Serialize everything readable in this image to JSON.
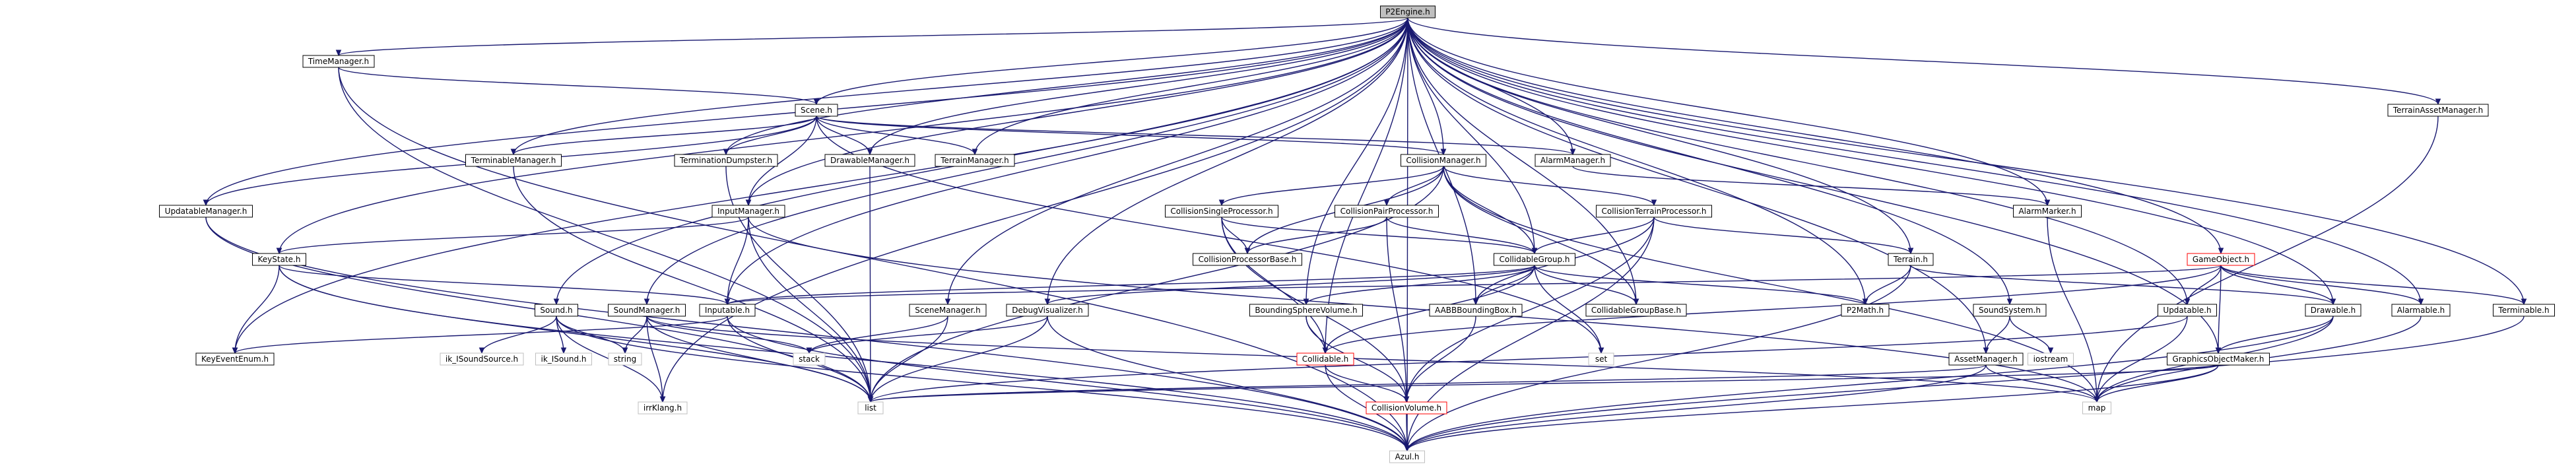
{
  "graph": {
    "root": "P2Engine.h",
    "nodes": [
      {
        "id": "p2engine",
        "label": "P2Engine.h",
        "style": "root"
      },
      {
        "id": "timemanager",
        "label": "TimeManager.h",
        "style": "normal"
      },
      {
        "id": "scene",
        "label": "Scene.h",
        "style": "normal"
      },
      {
        "id": "terminablemanager",
        "label": "TerminableManager.h",
        "style": "normal"
      },
      {
        "id": "terminationdumpster",
        "label": "TerminationDumpster.h",
        "style": "normal"
      },
      {
        "id": "drawablemanager",
        "label": "DrawableManager.h",
        "style": "normal"
      },
      {
        "id": "terrainmanager",
        "label": "TerrainManager.h",
        "style": "normal"
      },
      {
        "id": "collisionmanager",
        "label": "CollisionManager.h",
        "style": "normal"
      },
      {
        "id": "alarmmanager",
        "label": "AlarmManager.h",
        "style": "normal"
      },
      {
        "id": "terrainassetmanager",
        "label": "TerrainAssetManager.h",
        "style": "normal"
      },
      {
        "id": "updatablemanager",
        "label": "UpdatableManager.h",
        "style": "normal"
      },
      {
        "id": "inputmanager",
        "label": "InputManager.h",
        "style": "normal"
      },
      {
        "id": "collisionsingleprocessor",
        "label": "CollisionSingleProcessor.h",
        "style": "normal"
      },
      {
        "id": "collisionpairprocessor",
        "label": "CollisionPairProcessor.h",
        "style": "normal"
      },
      {
        "id": "collisionterrainprocessor",
        "label": "CollisionTerrainProcessor.h",
        "style": "normal"
      },
      {
        "id": "alarmmarker",
        "label": "AlarmMarker.h",
        "style": "normal"
      },
      {
        "id": "keystate",
        "label": "KeyState.h",
        "style": "normal"
      },
      {
        "id": "collisionprocessorbase",
        "label": "CollisionProcessorBase.h",
        "style": "normal"
      },
      {
        "id": "collidablegroup",
        "label": "CollidableGroup.h",
        "style": "normal"
      },
      {
        "id": "terrain",
        "label": "Terrain.h",
        "style": "normal"
      },
      {
        "id": "gameobject",
        "label": "GameObject.h",
        "style": "highlight"
      },
      {
        "id": "sound",
        "label": "Sound.h",
        "style": "normal"
      },
      {
        "id": "soundmanager",
        "label": "SoundManager.h",
        "style": "normal"
      },
      {
        "id": "inputable",
        "label": "Inputable.h",
        "style": "normal"
      },
      {
        "id": "scenemanager",
        "label": "SceneManager.h",
        "style": "normal"
      },
      {
        "id": "debugvisualizer",
        "label": "DebugVisualizer.h",
        "style": "normal"
      },
      {
        "id": "boundingspherevolume",
        "label": "BoundingSphereVolume.h",
        "style": "normal"
      },
      {
        "id": "aabbboundingbox",
        "label": "AABBBoundingBox.h",
        "style": "normal"
      },
      {
        "id": "collidablegroupbase",
        "label": "CollidableGroupBase.h",
        "style": "normal"
      },
      {
        "id": "p2math",
        "label": "P2Math.h",
        "style": "normal"
      },
      {
        "id": "soundsystem",
        "label": "SoundSystem.h",
        "style": "normal"
      },
      {
        "id": "updatable",
        "label": "Updatable.h",
        "style": "normal"
      },
      {
        "id": "drawable",
        "label": "Drawable.h",
        "style": "normal"
      },
      {
        "id": "alarmable",
        "label": "Alarmable.h",
        "style": "normal"
      },
      {
        "id": "terminable",
        "label": "Terminable.h",
        "style": "normal"
      },
      {
        "id": "keyeventenum",
        "label": "KeyEventEnum.h",
        "style": "normal"
      },
      {
        "id": "ik_isoundsource",
        "label": "ik_ISoundSource.h",
        "style": "dim"
      },
      {
        "id": "ik_isound",
        "label": "ik_ISound.h",
        "style": "dim"
      },
      {
        "id": "string",
        "label": "string",
        "style": "dim"
      },
      {
        "id": "stack",
        "label": "stack",
        "style": "dim"
      },
      {
        "id": "collidable",
        "label": "Collidable.h",
        "style": "highlight"
      },
      {
        "id": "set",
        "label": "set",
        "style": "dim"
      },
      {
        "id": "iostream",
        "label": "iostream",
        "style": "dim"
      },
      {
        "id": "assetmanager",
        "label": "AssetManager.h",
        "style": "normal"
      },
      {
        "id": "graphicsobjectmaker",
        "label": "GraphicsObjectMaker.h",
        "style": "normal"
      },
      {
        "id": "irrklang",
        "label": "irrKlang.h",
        "style": "dim"
      },
      {
        "id": "list",
        "label": "list",
        "style": "dim"
      },
      {
        "id": "collisionvolume",
        "label": "CollisionVolume.h",
        "style": "highlight"
      },
      {
        "id": "map",
        "label": "map",
        "style": "dim"
      },
      {
        "id": "azul",
        "label": "Azul.h",
        "style": "dim"
      }
    ],
    "edges": [
      [
        "p2engine",
        "timemanager"
      ],
      [
        "p2engine",
        "scene"
      ],
      [
        "p2engine",
        "terminablemanager"
      ],
      [
        "p2engine",
        "terminationdumpster"
      ],
      [
        "p2engine",
        "drawablemanager"
      ],
      [
        "p2engine",
        "terrainmanager"
      ],
      [
        "p2engine",
        "collisionmanager"
      ],
      [
        "p2engine",
        "alarmmanager"
      ],
      [
        "p2engine",
        "terrainassetmanager"
      ],
      [
        "p2engine",
        "updatablemanager"
      ],
      [
        "p2engine",
        "inputmanager"
      ],
      [
        "p2engine",
        "keystate"
      ],
      [
        "p2engine",
        "collidablegroup"
      ],
      [
        "p2engine",
        "terrain"
      ],
      [
        "p2engine",
        "gameobject"
      ],
      [
        "p2engine",
        "sound"
      ],
      [
        "p2engine",
        "soundmanager"
      ],
      [
        "p2engine",
        "inputable"
      ],
      [
        "p2engine",
        "scenemanager"
      ],
      [
        "p2engine",
        "debugvisualizer"
      ],
      [
        "p2engine",
        "boundingspherevolume"
      ],
      [
        "p2engine",
        "aabbboundingbox"
      ],
      [
        "p2engine",
        "collidablegroupbase"
      ],
      [
        "p2engine",
        "p2math"
      ],
      [
        "p2engine",
        "soundsystem"
      ],
      [
        "p2engine",
        "updatable"
      ],
      [
        "p2engine",
        "drawable"
      ],
      [
        "p2engine",
        "alarmable"
      ],
      [
        "p2engine",
        "terminable"
      ],
      [
        "p2engine",
        "keyeventenum"
      ],
      [
        "p2engine",
        "collidable"
      ],
      [
        "p2engine",
        "assetmanager"
      ],
      [
        "p2engine",
        "graphicsobjectmaker"
      ],
      [
        "p2engine",
        "alarmmarker"
      ],
      [
        "p2engine",
        "irrklang"
      ],
      [
        "p2engine",
        "azul"
      ],
      [
        "timemanager",
        "scene"
      ],
      [
        "timemanager",
        "list"
      ],
      [
        "timemanager",
        "azul"
      ],
      [
        "scene",
        "terminablemanager"
      ],
      [
        "scene",
        "terminationdumpster"
      ],
      [
        "scene",
        "drawablemanager"
      ],
      [
        "scene",
        "terrainmanager"
      ],
      [
        "scene",
        "collisionmanager"
      ],
      [
        "scene",
        "alarmmanager"
      ],
      [
        "scene",
        "updatablemanager"
      ],
      [
        "scene",
        "inputmanager"
      ],
      [
        "scene",
        "set"
      ],
      [
        "terminablemanager",
        "list"
      ],
      [
        "terminationdumpster",
        "list"
      ],
      [
        "drawablemanager",
        "list"
      ],
      [
        "updatablemanager",
        "list"
      ],
      [
        "updatablemanager",
        "azul"
      ],
      [
        "collisionmanager",
        "collisionsingleprocessor"
      ],
      [
        "collisionmanager",
        "collisionpairprocessor"
      ],
      [
        "collisionmanager",
        "collisionterrainprocessor"
      ],
      [
        "collisionmanager",
        "collidablegroup"
      ],
      [
        "collisionmanager",
        "collisionprocessorbase"
      ],
      [
        "collisionmanager",
        "collidablegroupbase"
      ],
      [
        "collisionmanager",
        "list"
      ],
      [
        "collisionmanager",
        "map"
      ],
      [
        "alarmmanager",
        "alarmmarker"
      ],
      [
        "alarmmarker",
        "map"
      ],
      [
        "inputmanager",
        "keystate"
      ],
      [
        "inputmanager",
        "inputable"
      ],
      [
        "inputmanager",
        "list"
      ],
      [
        "inputmanager",
        "map"
      ],
      [
        "keystate",
        "inputable"
      ],
      [
        "keystate",
        "keyeventenum"
      ],
      [
        "keystate",
        "list"
      ],
      [
        "keystate",
        "azul"
      ],
      [
        "collisionsingleprocessor",
        "collisionprocessorbase"
      ],
      [
        "collisionsingleprocessor",
        "collidablegroup"
      ],
      [
        "collisionsingleprocessor",
        "collidable"
      ],
      [
        "collisionsingleprocessor",
        "collisionvolume"
      ],
      [
        "collisionpairprocessor",
        "collisionprocessorbase"
      ],
      [
        "collisionpairprocessor",
        "collidablegroup"
      ],
      [
        "collisionpairprocessor",
        "collisionvolume"
      ],
      [
        "collisionterrainprocessor",
        "terrain"
      ],
      [
        "collisionterrainprocessor",
        "collidablegroup"
      ],
      [
        "collisionterrainprocessor",
        "aabbboundingbox"
      ],
      [
        "collisionterrainprocessor",
        "collisionvolume"
      ],
      [
        "collisionterrainprocessor",
        "azul"
      ],
      [
        "collidablegroup",
        "collidablegroupbase"
      ],
      [
        "collidablegroup",
        "aabbboundingbox"
      ],
      [
        "collidablegroup",
        "p2math"
      ],
      [
        "collidablegroup",
        "debugvisualizer"
      ],
      [
        "collidablegroup",
        "boundingspherevolume"
      ],
      [
        "collidablegroup",
        "collidable"
      ],
      [
        "collidablegroup",
        "set"
      ],
      [
        "collidablegroup",
        "inputable"
      ],
      [
        "terrain",
        "p2math"
      ],
      [
        "terrain",
        "drawable"
      ],
      [
        "terrain",
        "azul"
      ],
      [
        "gameobject",
        "updatable"
      ],
      [
        "gameobject",
        "drawable"
      ],
      [
        "gameobject",
        "alarmable"
      ],
      [
        "gameobject",
        "terminable"
      ],
      [
        "gameobject",
        "graphicsobjectmaker"
      ],
      [
        "gameobject",
        "inputable"
      ],
      [
        "gameobject",
        "collidable"
      ],
      [
        "sound",
        "ik_isoundsource"
      ],
      [
        "sound",
        "ik_isound"
      ],
      [
        "sound",
        "string"
      ],
      [
        "sound",
        "azul"
      ],
      [
        "sound",
        "irrklang"
      ],
      [
        "soundmanager",
        "string"
      ],
      [
        "soundmanager",
        "stack"
      ],
      [
        "soundmanager",
        "list"
      ],
      [
        "soundmanager",
        "irrklang"
      ],
      [
        "soundmanager",
        "map"
      ],
      [
        "inputable",
        "keyeventenum"
      ],
      [
        "inputable",
        "list"
      ],
      [
        "inputable",
        "azul"
      ],
      [
        "scenemanager",
        "stack"
      ],
      [
        "scenemanager",
        "list"
      ],
      [
        "debugvisualizer",
        "stack"
      ],
      [
        "debugvisualizer",
        "list"
      ],
      [
        "debugvisualizer",
        "azul"
      ],
      [
        "boundingspherevolume",
        "collidable"
      ],
      [
        "boundingspherevolume",
        "collisionvolume"
      ],
      [
        "aabbboundingbox",
        "collisionvolume"
      ],
      [
        "soundsystem",
        "assetmanager"
      ],
      [
        "soundsystem",
        "iostream"
      ],
      [
        "updatable",
        "list"
      ],
      [
        "updatable",
        "map"
      ],
      [
        "drawable",
        "graphicsobjectmaker"
      ],
      [
        "drawable",
        "azul"
      ],
      [
        "drawable",
        "map"
      ],
      [
        "alarmable",
        "map"
      ],
      [
        "terminable",
        "azul"
      ],
      [
        "terrainassetmanager",
        "map"
      ],
      [
        "assetmanager",
        "map"
      ],
      [
        "assetmanager",
        "azul"
      ],
      [
        "assetmanager",
        "list"
      ],
      [
        "graphicsobjectmaker",
        "azul"
      ],
      [
        "graphicsobjectmaker",
        "list"
      ],
      [
        "graphicsobjectmaker",
        "map"
      ],
      [
        "collidable",
        "collisionvolume"
      ],
      [
        "collidable",
        "azul"
      ],
      [
        "collisionvolume",
        "azul"
      ]
    ]
  }
}
